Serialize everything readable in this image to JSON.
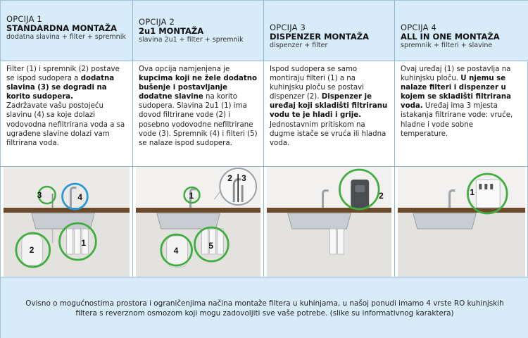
{
  "options": [
    {
      "label": "OPCIJA 1",
      "title": "STANDARDNA MONTAŽA",
      "subtitle": "dodatna slavina + filter + spremnik",
      "description": [
        {
          "t": "Filter (1) i spremnik (2) postave se ispod sudopera a ",
          "b": false
        },
        {
          "t": "dodatna slavina (3) se dogradi na korito sudopera.",
          "b": true
        },
        {
          "t": "\nZadržavate vašu postojeću slavinu (4) sa koje dolazi vodovodna nefiltrirana voda a sa ugrađene slavine dolazi vam filtrirana voda.",
          "b": false
        }
      ],
      "markers": [
        "3",
        "4",
        "2",
        "1"
      ]
    },
    {
      "label": "OPCIJA 2",
      "title": "2u1 MONTAŽA",
      "subtitle": "slavina 2u1 + filter + spremnik",
      "description": [
        {
          "t": "Ova opcija namjenjena je ",
          "b": false
        },
        {
          "t": "kupcima koji ne žele dodatno bušenje i postavljanje dodatne slavine",
          "b": true
        },
        {
          "t": " na korito sudopera. Slavina 2u1 (1) ima dovod filtrirane vode (2) i posebno vodovodne nefiltrirane vode (3). Spremnik (4) i filteri (5) se nalaze ispod sudopera.",
          "b": false
        }
      ],
      "markers": [
        "2",
        "3",
        "1",
        "4",
        "5"
      ]
    },
    {
      "label": "OPCIJA 3",
      "title": "DISPENZER MONTAŽA",
      "subtitle": "dispenzer + filter",
      "description": [
        {
          "t": "Ispod sudopera se samo montiraju filteri (1) a na kuhinjsku ploču se postavi dispenzer (2). ",
          "b": false
        },
        {
          "t": "Dispenzer je uređaj koji skladišti filtriranu vodu te je hladi i grije.",
          "b": true
        },
        {
          "t": " Jednostavnim pritiskom na dugme istače se vruća ili hladna voda.",
          "b": false
        }
      ],
      "markers": [
        "2"
      ]
    },
    {
      "label": "OPCIJA 4",
      "title": "ALL IN ONE MONTAŽA",
      "subtitle": "spremnik + filteri + slavine",
      "description": [
        {
          "t": "Ovaj uređaj (1) se postavlja na kuhinjsku ploču. ",
          "b": false
        },
        {
          "t": "U njemu se nalaze filteri i dispenzer u kojem se skladišti filtrirana voda.",
          "b": true
        },
        {
          "t": " Uređaj ima 3 mjesta istakanja filtrirane vode: vruće, hladne i vode sobne temperature.",
          "b": false
        }
      ],
      "markers": [
        "1"
      ]
    }
  ],
  "footer": {
    "line1": "Ovisno o mogućnostima prostora i ograničenjima načina montaže filtera u kuhinjama, u našoj ponudi imamo 4 vrste RO kuhinjskih",
    "line2": "filtera s reverznom osmozom koji mogu zadovoljiti sve vaše potrebe. (slike su informativnog karaktera)"
  },
  "colors": {
    "header_bg": "#d7ebf8",
    "border": "#8db7d3",
    "marker_green": "#3fae3f",
    "marker_blue": "#2a9ad6",
    "countertop": "#6b4a2b"
  }
}
